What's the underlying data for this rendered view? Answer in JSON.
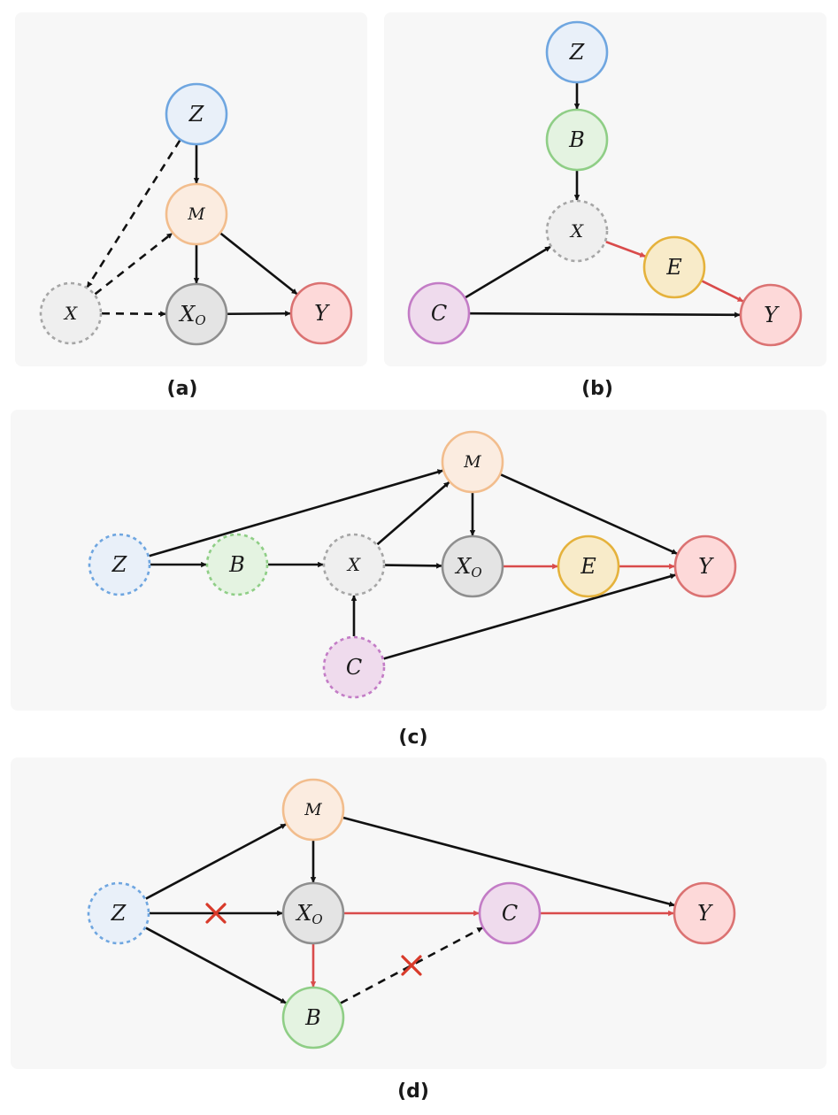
{
  "colors": {
    "Z": {
      "fill": "#e9f0f9",
      "stroke": "#6fa6e0"
    },
    "M": {
      "fill": "#fbece0",
      "stroke": "#f2bd8d"
    },
    "X": {
      "fill": "#efefef",
      "stroke": "#a6a6a6"
    },
    "XO": {
      "fill": "#e4e4e4",
      "stroke": "#8f8f8f"
    },
    "Y": {
      "fill": "#fdd9d9",
      "stroke": "#db7272"
    },
    "B": {
      "fill": "#e4f3e1",
      "stroke": "#8fce86"
    },
    "C": {
      "fill": "#efdbed",
      "stroke": "#c37cc6"
    },
    "E": {
      "fill": "#f8ebc9",
      "stroke": "#e5b23c"
    },
    "edge_black": "#111111",
    "edge_red": "#d94b4b",
    "cross": "#d83a2a"
  },
  "panels": [
    {
      "caption": "(a)",
      "nodes": [
        {
          "id": "Z",
          "label": "Z",
          "sub": "",
          "style": "Z",
          "dashed": false
        },
        {
          "id": "M",
          "label": "M",
          "sub": "",
          "style": "M",
          "dashed": false
        },
        {
          "id": "X",
          "label": "X",
          "sub": "",
          "style": "X",
          "dashed": true
        },
        {
          "id": "XO",
          "label": "X",
          "sub": "O",
          "style": "XO",
          "dashed": false
        },
        {
          "id": "Y",
          "label": "Y",
          "sub": "",
          "style": "Y",
          "dashed": false
        }
      ],
      "edges": [
        {
          "from": "Z",
          "to": "M",
          "color": "black",
          "dashed": false
        },
        {
          "from": "Z",
          "to": "X",
          "color": "black",
          "dashed": true
        },
        {
          "from": "X",
          "to": "M",
          "color": "black",
          "dashed": true
        },
        {
          "from": "X",
          "to": "XO",
          "color": "black",
          "dashed": true
        },
        {
          "from": "M",
          "to": "XO",
          "color": "black",
          "dashed": false
        },
        {
          "from": "M",
          "to": "Y",
          "color": "black",
          "dashed": false
        },
        {
          "from": "XO",
          "to": "Y",
          "color": "black",
          "dashed": false
        }
      ]
    },
    {
      "caption": "(b)",
      "nodes": [
        {
          "id": "Z",
          "label": "Z",
          "sub": "",
          "style": "Z",
          "dashed": false
        },
        {
          "id": "B",
          "label": "B",
          "sub": "",
          "style": "B",
          "dashed": false
        },
        {
          "id": "X",
          "label": "X",
          "sub": "",
          "style": "X",
          "dashed": true
        },
        {
          "id": "E",
          "label": "E",
          "sub": "",
          "style": "E",
          "dashed": false
        },
        {
          "id": "C",
          "label": "C",
          "sub": "",
          "style": "C",
          "dashed": false
        },
        {
          "id": "Y",
          "label": "Y",
          "sub": "",
          "style": "Y",
          "dashed": false
        }
      ],
      "edges": [
        {
          "from": "Z",
          "to": "B",
          "color": "black",
          "dashed": false
        },
        {
          "from": "B",
          "to": "X",
          "color": "black",
          "dashed": false
        },
        {
          "from": "C",
          "to": "X",
          "color": "black",
          "dashed": false
        },
        {
          "from": "X",
          "to": "E",
          "color": "red",
          "dashed": false
        },
        {
          "from": "E",
          "to": "Y",
          "color": "red",
          "dashed": false
        },
        {
          "from": "C",
          "to": "Y",
          "color": "black",
          "dashed": false
        }
      ]
    },
    {
      "caption": "(c)",
      "nodes": [
        {
          "id": "Z",
          "label": "Z",
          "sub": "",
          "style": "Z",
          "dashed": true
        },
        {
          "id": "B",
          "label": "B",
          "sub": "",
          "style": "B",
          "dashed": true
        },
        {
          "id": "X",
          "label": "X",
          "sub": "",
          "style": "X",
          "dashed": true
        },
        {
          "id": "M",
          "label": "M",
          "sub": "",
          "style": "M",
          "dashed": false
        },
        {
          "id": "XO",
          "label": "X",
          "sub": "O",
          "style": "XO",
          "dashed": false
        },
        {
          "id": "E",
          "label": "E",
          "sub": "",
          "style": "E",
          "dashed": false
        },
        {
          "id": "Y",
          "label": "Y",
          "sub": "",
          "style": "Y",
          "dashed": false
        },
        {
          "id": "C",
          "label": "C",
          "sub": "",
          "style": "C",
          "dashed": true
        }
      ],
      "edges": [
        {
          "from": "Z",
          "to": "B",
          "color": "black",
          "dashed": false
        },
        {
          "from": "Z",
          "to": "M",
          "color": "black",
          "dashed": false
        },
        {
          "from": "B",
          "to": "X",
          "color": "black",
          "dashed": false
        },
        {
          "from": "X",
          "to": "M",
          "color": "black",
          "dashed": false
        },
        {
          "from": "X",
          "to": "XO",
          "color": "black",
          "dashed": false
        },
        {
          "from": "M",
          "to": "XO",
          "color": "black",
          "dashed": false
        },
        {
          "from": "M",
          "to": "Y",
          "color": "black",
          "dashed": false
        },
        {
          "from": "XO",
          "to": "E",
          "color": "red",
          "dashed": false
        },
        {
          "from": "E",
          "to": "Y",
          "color": "red",
          "dashed": false
        },
        {
          "from": "C",
          "to": "X",
          "color": "black",
          "dashed": false
        },
        {
          "from": "C",
          "to": "Y",
          "color": "black",
          "dashed": false
        }
      ]
    },
    {
      "caption": "(d)",
      "nodes": [
        {
          "id": "Z",
          "label": "Z",
          "sub": "",
          "style": "Z",
          "dashed": true
        },
        {
          "id": "M",
          "label": "M",
          "sub": "",
          "style": "M",
          "dashed": false
        },
        {
          "id": "XO",
          "label": "X",
          "sub": "O",
          "style": "XO",
          "dashed": false
        },
        {
          "id": "B",
          "label": "B",
          "sub": "",
          "style": "B",
          "dashed": false
        },
        {
          "id": "C",
          "label": "C",
          "sub": "",
          "style": "C",
          "dashed": false
        },
        {
          "id": "Y",
          "label": "Y",
          "sub": "",
          "style": "Y",
          "dashed": false
        }
      ],
      "edges": [
        {
          "from": "Z",
          "to": "M",
          "color": "black",
          "dashed": false,
          "cut": false
        },
        {
          "from": "Z",
          "to": "XO",
          "color": "black",
          "dashed": false,
          "cut": true
        },
        {
          "from": "Z",
          "to": "B",
          "color": "black",
          "dashed": false,
          "cut": false
        },
        {
          "from": "M",
          "to": "XO",
          "color": "black",
          "dashed": false,
          "cut": false
        },
        {
          "from": "M",
          "to": "Y",
          "color": "black",
          "dashed": false,
          "cut": false
        },
        {
          "from": "XO",
          "to": "C",
          "color": "red",
          "dashed": false,
          "cut": false
        },
        {
          "from": "XO",
          "to": "B",
          "color": "red",
          "dashed": false,
          "cut": false
        },
        {
          "from": "B",
          "to": "C",
          "color": "black",
          "dashed": true,
          "cut": true
        },
        {
          "from": "C",
          "to": "Y",
          "color": "red",
          "dashed": false,
          "cut": false
        }
      ]
    }
  ]
}
